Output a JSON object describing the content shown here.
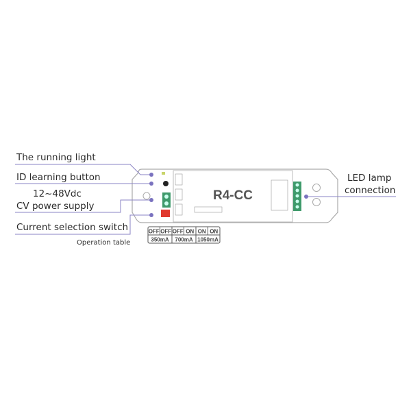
{
  "labels": {
    "running_light": "The running light",
    "id_button": "ID learning button",
    "voltage": "12~48Vdc",
    "power_supply": "CV power supply",
    "current_switch": "Current selection switch",
    "operation_table": "Operation table",
    "led_lamp_line1": "LED lamp",
    "led_lamp_line2": "connection"
  },
  "device": {
    "model": "R4-CC"
  },
  "operation_table": {
    "switch_states": [
      "OFF",
      "OFF",
      "OFF",
      "ON",
      "ON",
      "ON"
    ],
    "currents": [
      "350mA",
      "700mA",
      "1050mA"
    ]
  },
  "colors": {
    "callout_line": "#8a83c4",
    "terminal": "#3f9a6b",
    "dip_switch": "#e0392f",
    "outline": "#aaaaaa"
  }
}
